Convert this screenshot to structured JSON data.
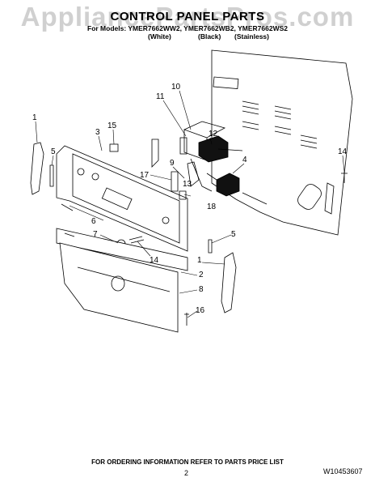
{
  "watermark": "AppliancePartsPros.com",
  "header": {
    "title": "CONTROL PANEL PARTS",
    "models_line": "For Models: YMER7662WW2, YMER7662WB2, YMER7662WS2",
    "variants": [
      "(White)",
      "(Black)",
      "(Stainless)"
    ]
  },
  "callouts": [
    {
      "id": "1",
      "text": "1"
    },
    {
      "id": "5",
      "text": "5"
    },
    {
      "id": "3",
      "text": "3"
    },
    {
      "id": "15",
      "text": "15"
    },
    {
      "id": "10",
      "text": "10"
    },
    {
      "id": "11",
      "text": "11"
    },
    {
      "id": "12",
      "text": "12"
    },
    {
      "id": "4",
      "text": "4"
    },
    {
      "id": "14",
      "text": "14"
    },
    {
      "id": "9",
      "text": "9"
    },
    {
      "id": "17",
      "text": "17"
    },
    {
      "id": "13",
      "text": "13"
    },
    {
      "id": "18",
      "text": "18"
    },
    {
      "id": "6",
      "text": "6"
    },
    {
      "id": "7",
      "text": "7"
    },
    {
      "id": "14b",
      "text": "14"
    },
    {
      "id": "5b",
      "text": "5"
    },
    {
      "id": "1b",
      "text": "1"
    },
    {
      "id": "2",
      "text": "2"
    },
    {
      "id": "8",
      "text": "8"
    },
    {
      "id": "16",
      "text": "16"
    }
  ],
  "footer": {
    "ordering_note": "FOR ORDERING INFORMATION REFER TO PARTS PRICE LIST",
    "page_number": "2",
    "doc_number": "W10453607"
  }
}
